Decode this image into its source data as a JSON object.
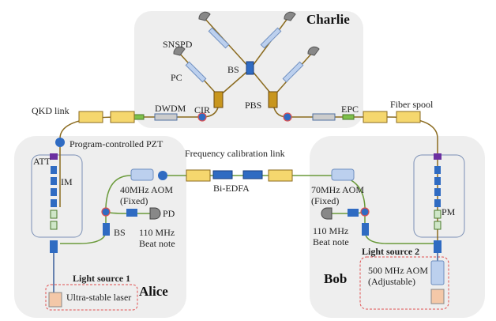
{
  "nodes": {
    "charlie": "Charlie",
    "alice": "Alice",
    "bob": "Bob"
  },
  "labels": {
    "snspd": "SNSPD",
    "pc": "PC",
    "bs_charlie": "BS",
    "pbs": "PBS",
    "cir": "CIR",
    "dwdm": "DWDM",
    "epc": "EPC",
    "qkd_link": "QKD link",
    "fiber_spool": "Fiber spool",
    "pzt": "Program-controlled PZT",
    "att": "ATT",
    "im": "IM",
    "pm": "PM",
    "freq_link": "Frequency calibration link",
    "bi_edfa": "Bi-EDFA",
    "aom40_1": "40MHz AOM",
    "aom40_2": "(Fixed)",
    "aom70_1": "70MHz AOM",
    "aom70_2": "(Fixed)",
    "pd": "PD",
    "bs_alice": "BS",
    "beat_alice_1": "110 MHz",
    "beat_alice_2": "Beat note",
    "beat_bob_1": "110 MHz",
    "beat_bob_2": "Beat note",
    "ls1": "Light source 1",
    "ls2": "Light source 2",
    "laser": "Ultra-stable laser",
    "aom500_1": "500 MHz AOM",
    "aom500_2": "(Adjustable)"
  },
  "colors": {
    "panel": "#eeeeee",
    "fiber_gold": "#8b6b1f",
    "fiber_green": "#6a9a3a",
    "fiber_blue": "#3a5f9a",
    "component_blue": "#2f6bc2",
    "spool_yellow": "#f5d76e",
    "source_box": "#e05050"
  }
}
